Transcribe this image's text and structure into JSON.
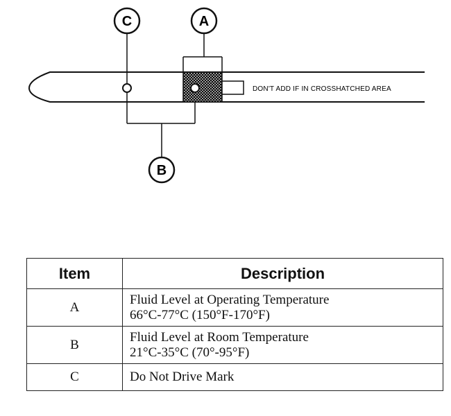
{
  "diagram": {
    "callouts": {
      "a": "A",
      "b": "B",
      "c": "C"
    },
    "dipstick_note": "DON'T ADD IF IN CROSSHATCHED AREA"
  },
  "legend": {
    "headers": {
      "item": "Item",
      "description": "Description"
    },
    "rows": [
      {
        "item": "A",
        "lines": [
          "Fluid Level at Operating Temperature",
          "66°C-77°C (150°F-170°F)"
        ]
      },
      {
        "item": "B",
        "lines": [
          "Fluid Level at Room Temperature",
          "21°C-35°C (70°-95°F)"
        ]
      },
      {
        "item": "C",
        "lines": [
          "Do Not Drive Mark"
        ]
      }
    ]
  }
}
